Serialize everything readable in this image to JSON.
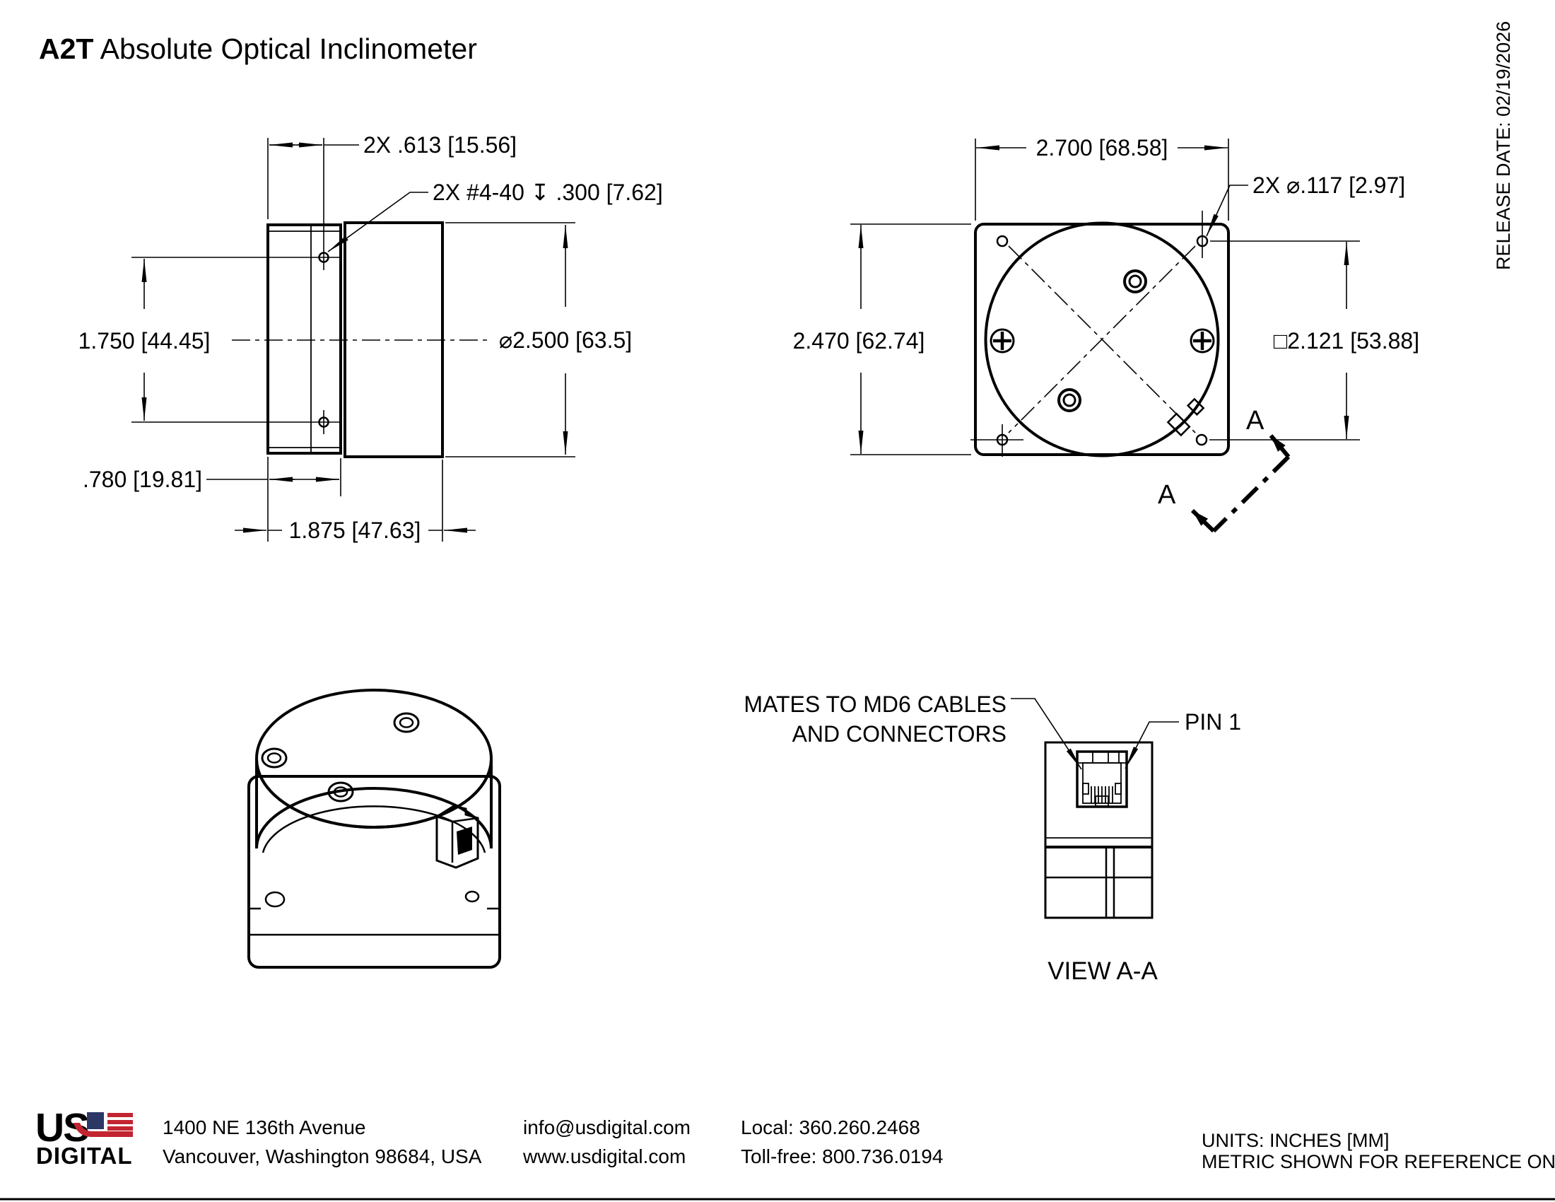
{
  "page": {
    "title_model": "A2T",
    "title_rest": " Absolute Optical Inclinometer",
    "release_date": "RELEASE DATE: 02/19/2026"
  },
  "side_view": {
    "dim_hole_offset": "2X .613 [15.56]",
    "dim_tapped_holes": "2X #4-40 ↧ .300 [7.62]",
    "dim_hole_spacing": "1.750 [44.45]",
    "dim_diameter": "⌀2.500 [63.5]",
    "dim_plate_depth": ".780 [19.81]",
    "dim_overall_depth": "1.875 [47.63]"
  },
  "top_view": {
    "dim_width": "2.700 [68.58]",
    "dim_corner_holes": "2X ⌀.117 [2.97]",
    "dim_height": "2.470 [62.74]",
    "dim_hole_pattern": "□2.121 [53.88]",
    "section_label_top": "A",
    "section_label_bottom": "A"
  },
  "view_aa": {
    "note_line1": "MATES TO MD6 CABLES",
    "note_line2": "AND CONNECTORS",
    "pin_label": "PIN 1",
    "caption": "VIEW A-A"
  },
  "footer": {
    "logo_us": "US",
    "logo_digital": "DIGITAL",
    "address_line1": "1400 NE 136th Avenue",
    "address_line2": "Vancouver, Washington 98684, USA",
    "email": "info@usdigital.com",
    "website": "www.usdigital.com",
    "phone_local": "Local: 360.260.2468",
    "phone_tollfree": "Toll-free: 800.736.0194",
    "units_line1": "UNITS: INCHES [MM]",
    "units_line2": "METRIC SHOWN FOR REFERENCE ONLY",
    "flag_blue": "#2d3766",
    "flag_red": "#c32431"
  }
}
